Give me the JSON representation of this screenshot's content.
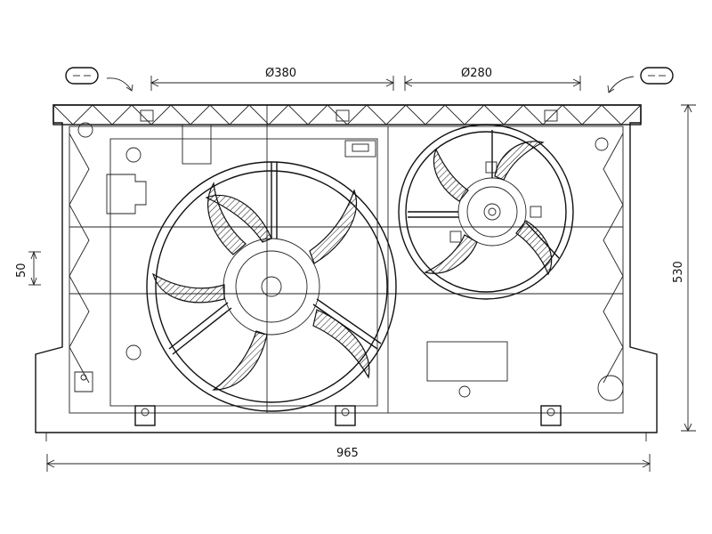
{
  "drawing": {
    "dimensions": {
      "large_fan_diameter": "Ø380",
      "small_fan_diameter": "Ø280",
      "overall_height": "530",
      "overall_width": "965",
      "offset": "50"
    }
  }
}
